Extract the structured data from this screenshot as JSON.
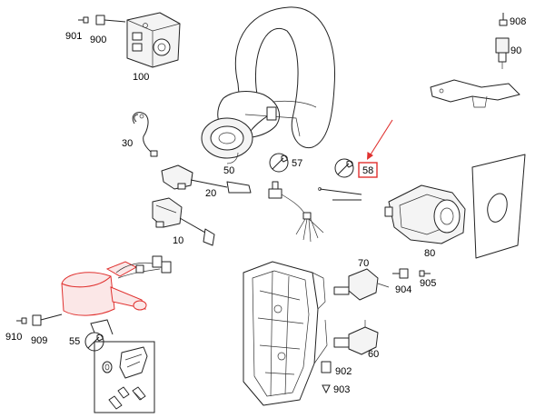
{
  "labels": {
    "l901": "901",
    "l900": "900",
    "l100": "100",
    "l908": "908",
    "l90": "90",
    "l30": "30",
    "l50": "50",
    "l57": "57",
    "l58": "58",
    "l20": "20",
    "l10": "10",
    "l80": "80",
    "l70": "70",
    "l904": "904",
    "l905": "905",
    "l910": "910",
    "l909": "909",
    "l55": "55",
    "l60": "60",
    "l902": "902",
    "l903": "903"
  },
  "icons": {
    "service": "wrench-icon",
    "connector": "plug-connector-icon",
    "fastener": "screw-icon"
  },
  "colors": {
    "highlight": "#e0312f",
    "line": "#222222"
  }
}
